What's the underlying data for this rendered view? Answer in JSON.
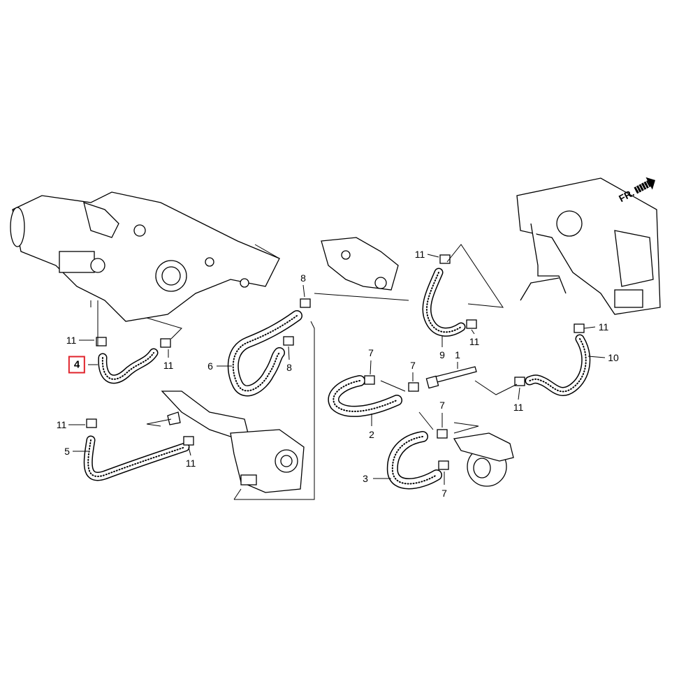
{
  "diagram": {
    "direction_marker": "FR.",
    "callouts": [
      {
        "id": "c11a",
        "text": "11"
      },
      {
        "id": "c4",
        "text": "4",
        "highlighted": true
      },
      {
        "id": "c11b",
        "text": "11"
      },
      {
        "id": "c11c",
        "text": "11"
      },
      {
        "id": "c5",
        "text": "5"
      },
      {
        "id": "c11d",
        "text": "11"
      },
      {
        "id": "c6",
        "text": "6"
      },
      {
        "id": "c8a",
        "text": "8"
      },
      {
        "id": "c8b",
        "text": "8"
      },
      {
        "id": "c11e",
        "text": "11"
      },
      {
        "id": "c9",
        "text": "9"
      },
      {
        "id": "c11f",
        "text": "11"
      },
      {
        "id": "c11g",
        "text": "11"
      },
      {
        "id": "c10",
        "text": "10"
      },
      {
        "id": "c1",
        "text": "1"
      },
      {
        "id": "c7a",
        "text": "7"
      },
      {
        "id": "c7b",
        "text": "7"
      },
      {
        "id": "c7c",
        "text": "7"
      },
      {
        "id": "c7d",
        "text": "7"
      },
      {
        "id": "c2",
        "text": "2"
      },
      {
        "id": "c3",
        "text": "3"
      },
      {
        "id": "c11h",
        "text": "11"
      }
    ],
    "highlight_color": "#e0232b"
  }
}
